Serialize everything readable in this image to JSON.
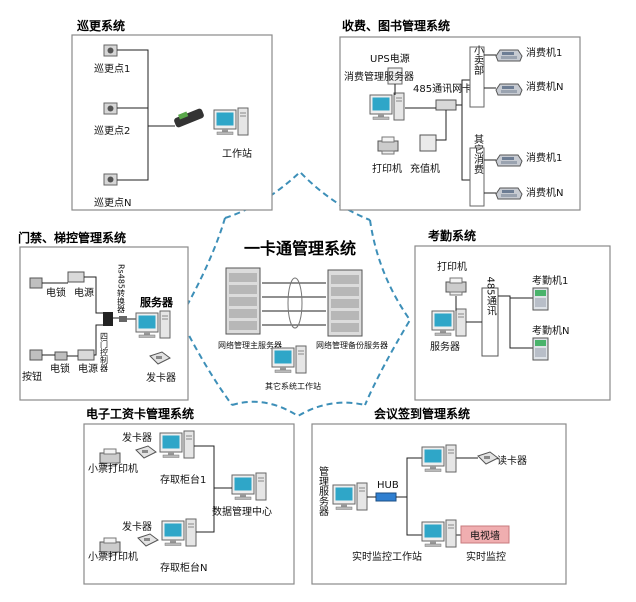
{
  "center": {
    "title": "一卡通管理系统",
    "main_server": "网络管理主服务器",
    "backup_server": "网络管理备份服务器",
    "other_ws": "其它系统工作站"
  },
  "patrol": {
    "title": "巡更系统",
    "point1": "巡更点1",
    "point2": "巡更点2",
    "pointN": "巡更点N",
    "workstation": "工作站"
  },
  "charge": {
    "title": "收费、图书管理系统",
    "ups": "UPS电源",
    "netcard": "485通讯网卡",
    "server": "消费管理服务器",
    "printer": "打印机",
    "recharger": "充值机",
    "store": "小卖部",
    "other": "其它消费",
    "pos1": "消费机1",
    "posN": "消费机N",
    "pos1b": "消费机1",
    "posNb": "消费机N"
  },
  "access": {
    "title": "门禁、梯控管理系统",
    "lock1": "电锁",
    "power1": "电源",
    "lock2": "电锁",
    "power2": "电源",
    "button": "按钮",
    "converter": "Rs485转换器",
    "controller": "四门控制器",
    "server": "服务器",
    "issuer": "发卡器"
  },
  "attendance": {
    "title": "考勤系统",
    "printer": "打印机",
    "server": "服务器",
    "comm": "485通讯",
    "dev1": "考勤机1",
    "devN": "考勤机N"
  },
  "salary": {
    "title": "电子工资卡管理系统",
    "issuer1": "发卡器",
    "printer1": "小票打印机",
    "cabinet1": "存取柜台1",
    "issuer2": "发卡器",
    "printer2": "小票打印机",
    "cabinetN": "存取柜台N",
    "datacenter": "数据管理中心"
  },
  "meeting": {
    "title": "会议签到管理系统",
    "server": "管理服务器",
    "hub": "HUB",
    "reader": "读卡器",
    "ws": "实时监控工作站",
    "tvwall": "电视墙",
    "monitor": "实时监控"
  },
  "colors": {
    "accent": "#3d8fb8",
    "tvwall": "#f0aeb0"
  }
}
